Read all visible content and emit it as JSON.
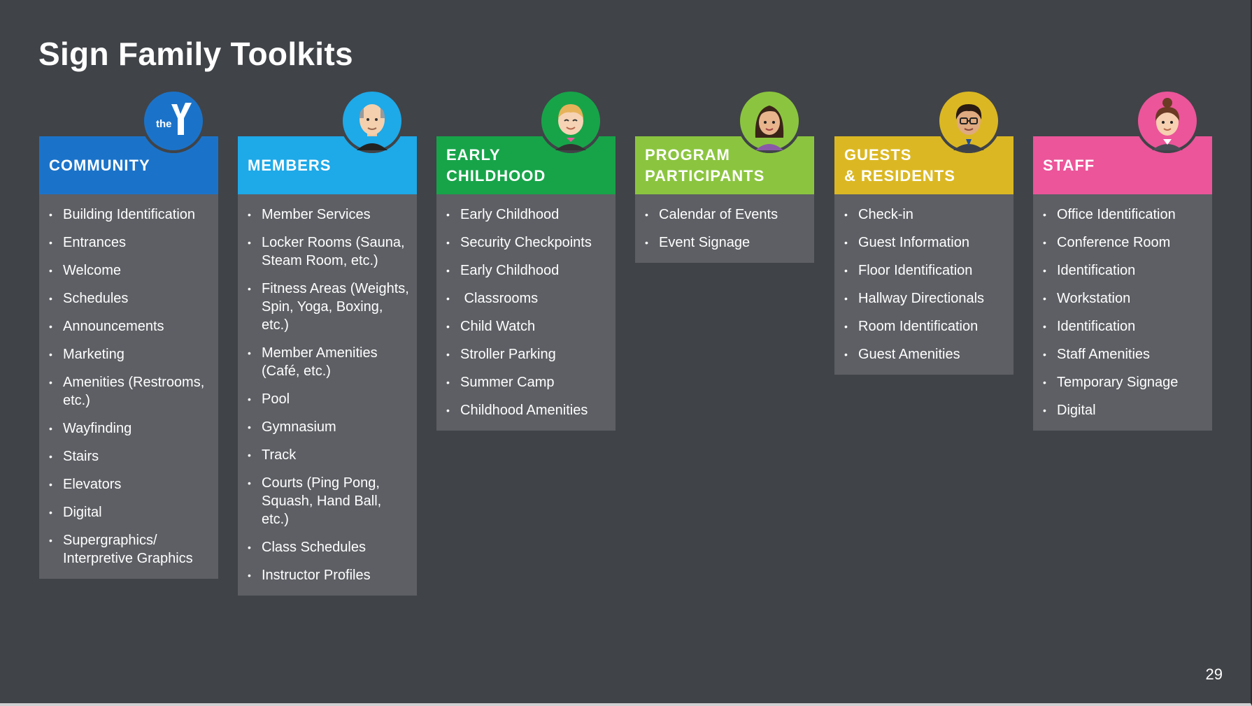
{
  "slide": {
    "title": "Sign Family Toolkits",
    "page_number": "29"
  },
  "columns": [
    {
      "header": "COMMUNITY",
      "color": "#1b73c9",
      "avatar_icon": "ymca-logo-icon",
      "avatar_text": "the",
      "items": [
        "Building Identification",
        "Entrances",
        "Welcome",
        "Schedules",
        "Announcements",
        "Marketing",
        "Amenities (Restrooms, etc.)",
        "Wayfinding",
        "Stairs",
        "Elevators",
        "Digital",
        "Supergraphics/ Interpretive Graphics"
      ]
    },
    {
      "header": "MEMBERS",
      "color": "#1ea9e8",
      "avatar_icon": "bald-man-avatar-icon",
      "items": [
        "Member Services",
        "Locker Rooms (Sauna, Steam Room, etc.)",
        "Fitness Areas (Weights, Spin, Yoga, Boxing, etc.)",
        "Member Amenities (Café, etc.)",
        "Pool",
        "Gymnasium",
        "Track",
        "Courts (Ping Pong, Squash, Hand Ball, etc.)",
        "Class Schedules",
        "Instructor Profiles"
      ]
    },
    {
      "header": "EARLY\nCHILDHOOD",
      "color": "#17a449",
      "avatar_icon": "child-avatar-icon",
      "items": [
        "Early Childhood",
        "Security Checkpoints",
        "Early Childhood",
        " Classrooms",
        "Child Watch",
        "Stroller Parking",
        "Summer Camp",
        "Childhood Amenities"
      ]
    },
    {
      "header": "PROGRAM\nPARTICIPANTS",
      "color": "#8bc53f",
      "avatar_icon": "woman-avatar-icon",
      "items": [
        "Calendar of Events",
        "Event Signage"
      ]
    },
    {
      "header": "GUESTS\n& RESIDENTS",
      "color": "#dbb823",
      "avatar_icon": "man-with-glasses-avatar-icon",
      "items": [
        "Check-in",
        "Guest Information",
        "Floor Identification",
        "Hallway Directionals",
        "Room Identification",
        "Guest Amenities"
      ]
    },
    {
      "header": "STAFF",
      "color": "#ec559a",
      "avatar_icon": "staff-woman-avatar-icon",
      "items": [
        "Office Identification",
        "Conference Room",
        "Identification",
        "Workstation",
        "Identification",
        "Staff Amenities",
        "Temporary Signage",
        "Digital"
      ]
    }
  ]
}
